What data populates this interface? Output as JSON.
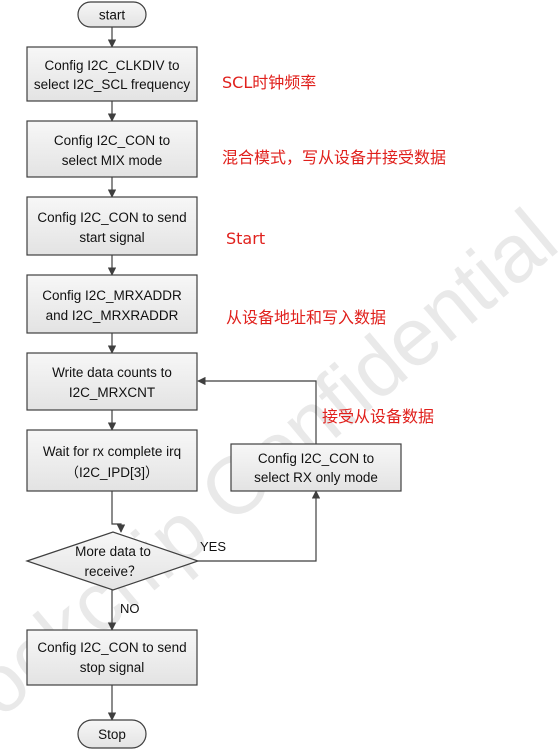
{
  "terminals": {
    "start": "start",
    "stop": "Stop"
  },
  "steps": {
    "clkdiv": [
      "Config I2C_CLKDIV to",
      "select I2C_SCL frequency"
    ],
    "mix_mode": [
      "Config I2C_CON to",
      "select MIX  mode"
    ],
    "start_signal": [
      "Config I2C_CON to send",
      "start signal"
    ],
    "addr": [
      "Config I2C_MRXADDR",
      "and I2C_MRXRADDR"
    ],
    "counts": [
      "Write data counts to",
      "I2C_MRXCNT"
    ],
    "wait": [
      "Wait for rx complete irq",
      "（I2C_IPD[3]）"
    ],
    "rx_only": [
      "Config I2C_CON to",
      "select RX only  mode"
    ],
    "stop_signal": [
      "Config I2C_CON to send",
      "stop signal"
    ]
  },
  "decision": [
    "More data to",
    "receive？"
  ],
  "branches": {
    "yes": "YES",
    "no": "NO"
  },
  "annotations": {
    "clkdiv": "SCL时钟频率",
    "mix_mode": "混合模式，写从设备并接受数据",
    "start_signal": "Start",
    "addr": "从设备地址和写入数据",
    "rx_only": "接受从设备数据"
  },
  "watermark": "ockchip Confidential",
  "colors": {
    "box_fill": "#ededed",
    "box_stroke": "#3f3f3f",
    "annotation": "#e0201c"
  }
}
